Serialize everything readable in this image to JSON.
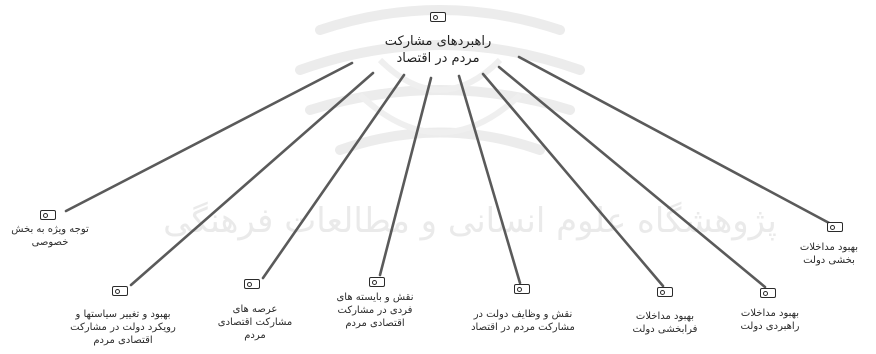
{
  "diagram": {
    "watermark_text": "پژوهشگاه علوم انسانی و مطالعات فرهنگی",
    "colors": {
      "edge": "#5a5a5a",
      "text": "#2a2a2a",
      "icon": "#2b2b2b"
    },
    "root": {
      "label": "راهبردهای مشارکت\nمردم در اقتصاد",
      "icon": "tag-icon"
    },
    "children": [
      {
        "id": "n1",
        "label": "توجه ویژه به بخش\nخصوصی",
        "icon": "tag-icon"
      },
      {
        "id": "n2",
        "label": "بهبود و تغییر سیاستها و\nرویکرد دولت در مشارکت\nاقتصادی مردم",
        "icon": "tag-icon"
      },
      {
        "id": "n3",
        "label": "عرصه های\nمشارکت اقتصادی\nمردم",
        "icon": "tag-icon"
      },
      {
        "id": "n4",
        "label": "نقش و بایسته های\nفردی در مشارکت\nاقتصادی مردم",
        "icon": "tag-icon"
      },
      {
        "id": "n5",
        "label": "نقش و وظایف دولت در\nمشارکت مردم در اقتصاد",
        "icon": "tag-icon"
      },
      {
        "id": "n6",
        "label": "بهبود مداخلات\nفرابخشی دولت",
        "icon": "tag-icon"
      },
      {
        "id": "n7",
        "label": "بهبود مداخلات\nراهبردی دولت",
        "icon": "tag-icon"
      },
      {
        "id": "n8",
        "label": "بهبود مداخلات\nبخشی دولت",
        "icon": "tag-icon"
      }
    ]
  }
}
